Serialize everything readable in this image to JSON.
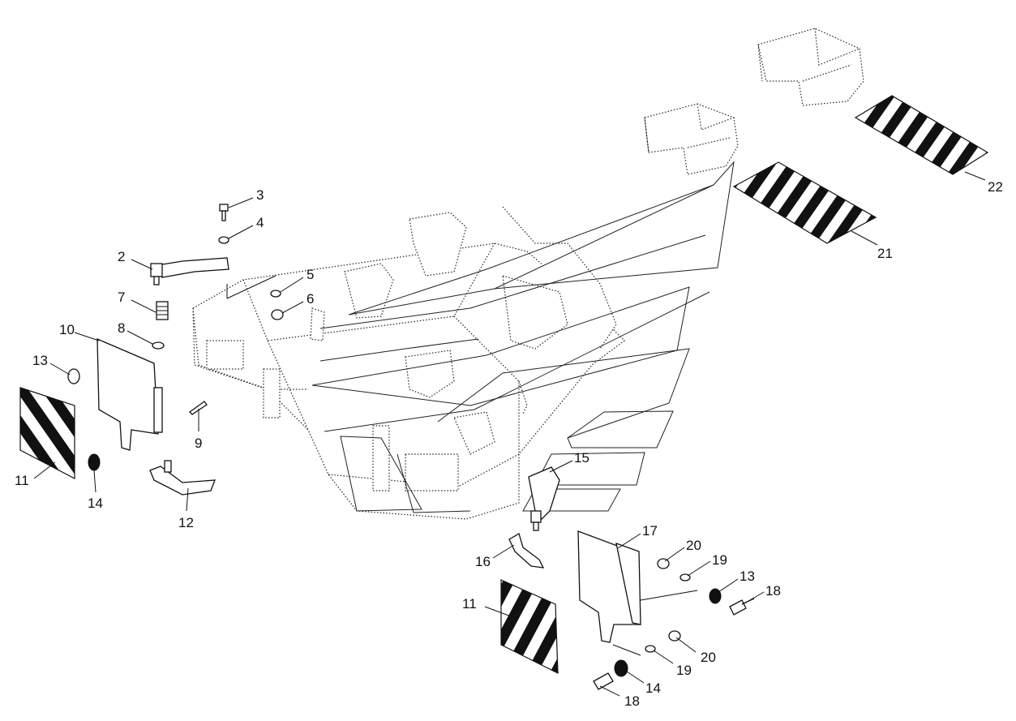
{
  "diagram": {
    "callouts": {
      "c2": "2",
      "c3": "3",
      "c4": "4",
      "c5": "5",
      "c6": "6",
      "c7": "7",
      "c8": "8",
      "c9": "9",
      "c10": "10",
      "c11a": "11",
      "c11b": "11",
      "c12": "12",
      "c13a": "13",
      "c13b": "13",
      "c14a": "14",
      "c14b": "14",
      "c15": "15",
      "c16": "16",
      "c17": "17",
      "c18a": "18",
      "c18b": "18",
      "c19a": "19",
      "c19b": "19",
      "c20a": "20",
      "c20b": "20",
      "c21": "21",
      "c22": "22"
    },
    "colors": {
      "line": "#111111",
      "background": "#ffffff"
    }
  }
}
